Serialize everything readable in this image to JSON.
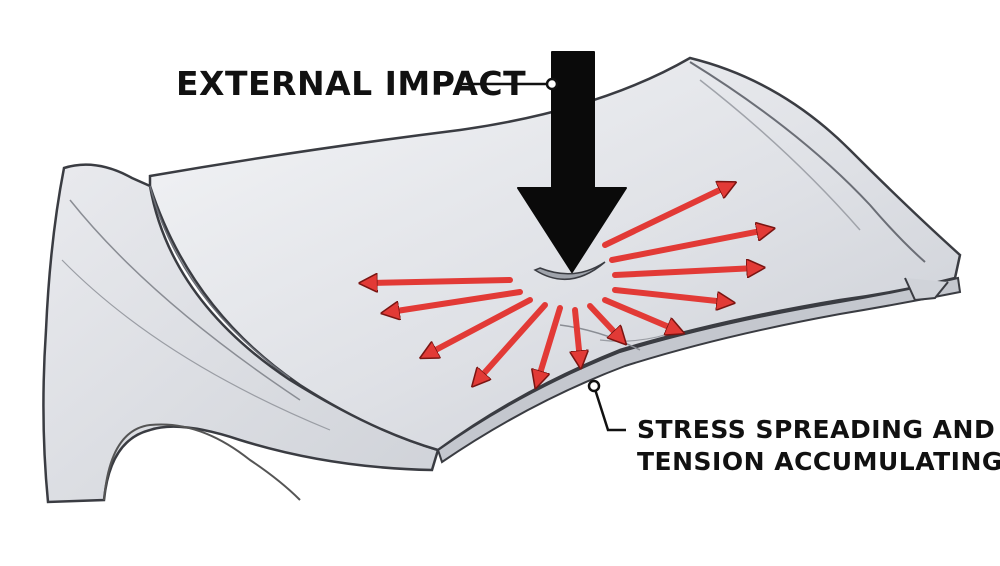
{
  "labels": {
    "impact": "EXTERNAL IMPACT",
    "stress_line1": "STRESS SPREADING AND",
    "stress_line2": "TENSION ACCUMULATING"
  },
  "colors": {
    "background": "#ffffff",
    "panel": "#dcdee3",
    "panel_highlight": "#f2f3f6",
    "outline": "#3a3c42",
    "impact_arrow": "#0a0a0a",
    "stress_arrows": "#e23a36",
    "text": "#111111"
  },
  "icons": {
    "impact": "arrow-down-icon",
    "stress": "radiating-arrows-icon"
  }
}
